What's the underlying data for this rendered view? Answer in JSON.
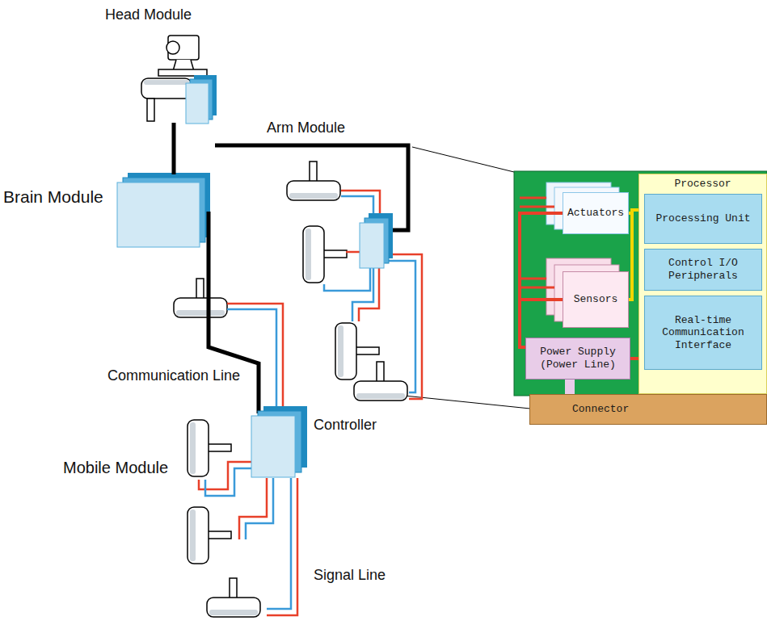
{
  "diagram": {
    "nodes": [
      {
        "text": [
          "Processor"
        ]
      },
      {
        "text": [
          "Processing Unit"
        ],
        "in": 0
      },
      {
        "text": [
          "Control I/O Peripherals"
        ],
        "in": 0
      },
      {
        "text": [
          "Real-time Communication Interface"
        ],
        "in": 0
      },
      {
        "text": [
          "Actuators"
        ]
      },
      {
        "text": [
          "Sensors"
        ]
      },
      {
        "text": [
          "Power Supply (Power Line)"
        ]
      },
      {
        "text": [
          "Connector"
        ]
      }
    ],
    "edges": [
      {
        "from": 0,
        "to": 4,
        "arrow": "none"
      },
      {
        "from": 0,
        "to": 5,
        "arrow": "none"
      },
      {
        "from": 6,
        "to": 4,
        "arrow": "none"
      },
      {
        "from": 6,
        "to": 5,
        "arrow": "none"
      },
      {
        "from": 6,
        "to": 0,
        "arrow": "none"
      },
      {
        "from": 6,
        "to": 7,
        "arrow": "none"
      },
      {
        "from": 3,
        "to": 7,
        "arrow": "none"
      }
    ],
    "labels": [
      "Head Module",
      "Arm Module",
      "Brain Module",
      "Communication Line",
      "Mobile Module",
      "Controller",
      "Signal Line"
    ]
  }
}
